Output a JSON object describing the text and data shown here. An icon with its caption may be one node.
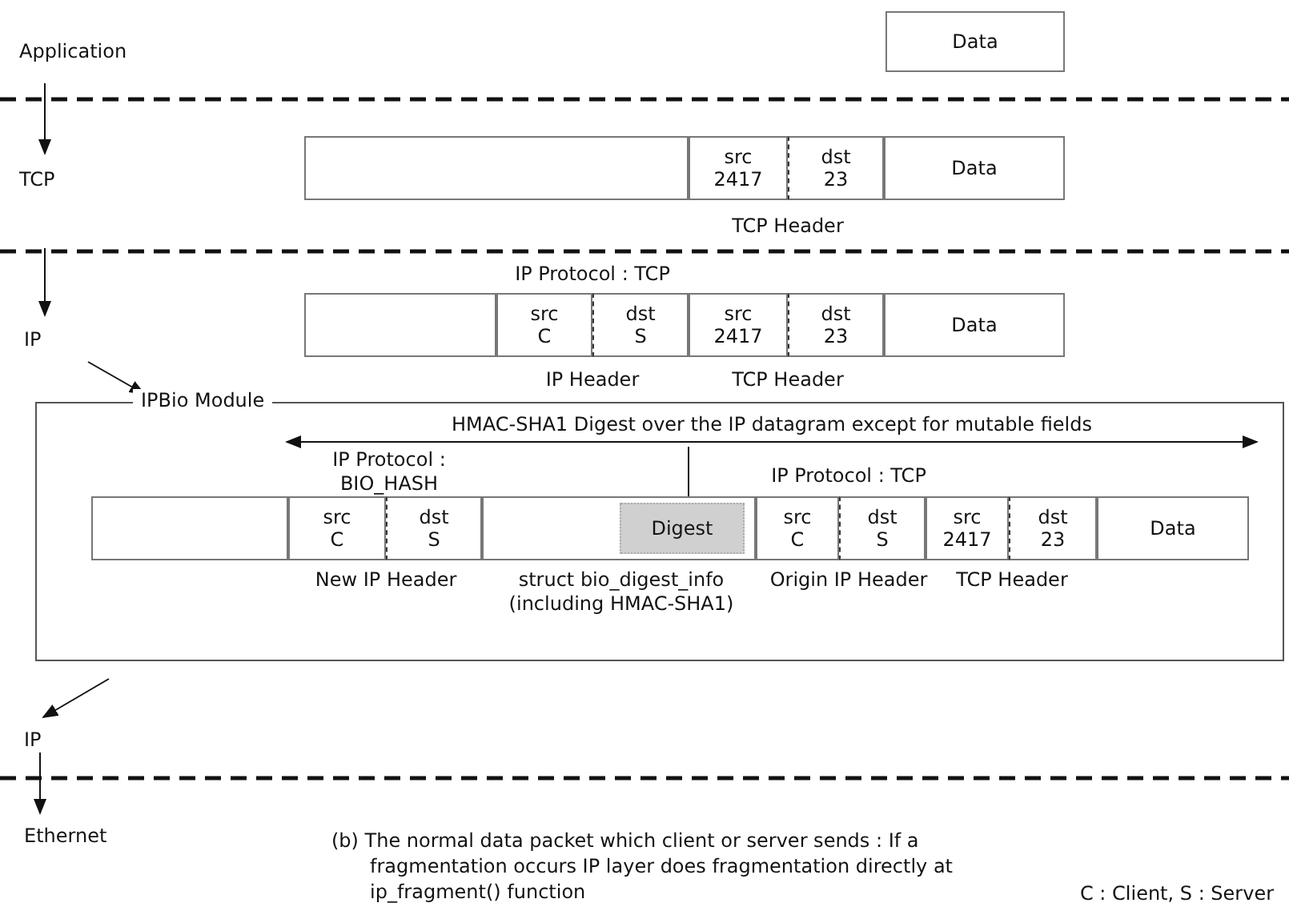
{
  "diagram": {
    "caption": "(b) The normal data packet which client or server sends : If a fragmentation occurs IP layer does fragmentation directly at ip_fragment() function",
    "nodes": [
      {
        "text": [
          "Application"
        ]
      },
      {
        "text": [
          "TCP"
        ]
      },
      {
        "text": [
          "IP"
        ]
      },
      {
        "text": [
          "IPBio Module"
        ]
      },
      {
        "text": [
          "IP"
        ]
      },
      {
        "text": [
          "Ethernet"
        ]
      },
      {
        "text": [
          "Data"
        ]
      },
      {
        "text": [],
        "shape": "box"
      },
      {
        "text": [
          "src",
          "2417"
        ]
      },
      {
        "text": [
          "dst",
          "23"
        ]
      },
      {
        "text": [
          "Data"
        ]
      },
      {
        "text": [],
        "shape": "box"
      },
      {
        "text": [
          "src",
          "C"
        ]
      },
      {
        "text": [
          "dst",
          "S"
        ]
      },
      {
        "text": [
          "src",
          "2417"
        ]
      },
      {
        "text": [
          "dst",
          "23"
        ]
      },
      {
        "text": [
          "Data"
        ]
      },
      {
        "text": [],
        "shape": "box",
        "in": 3
      },
      {
        "text": [
          "src",
          "C"
        ],
        "in": 3
      },
      {
        "text": [
          "dst",
          "S"
        ],
        "in": 3
      },
      {
        "text": [],
        "shape": "box",
        "in": 3
      },
      {
        "text": [
          "Digest"
        ],
        "in": 20
      },
      {
        "text": [
          "src",
          "C"
        ],
        "in": 3
      },
      {
        "text": [
          "dst",
          "S"
        ],
        "in": 3
      },
      {
        "text": [
          "src",
          "2417"
        ],
        "in": 3
      },
      {
        "text": [
          "dst",
          "23"
        ],
        "in": 3
      },
      {
        "text": [
          "Data"
        ],
        "in": 3
      },
      {
        "text": [
          "HMAC-SHA1 Digest over the IP datagram except for mutable fields"
        ],
        "in": 3
      }
    ],
    "edges": [
      {
        "from": 0,
        "to": 1,
        "arrow": "to"
      },
      {
        "from": 1,
        "to": 2,
        "arrow": "to"
      },
      {
        "from": 2,
        "to": 3,
        "arrow": "to"
      },
      {
        "from": 3,
        "to": 4,
        "arrow": "to"
      },
      {
        "from": 4,
        "to": 5,
        "arrow": "to"
      },
      {
        "from": 27,
        "to": 21,
        "arrow": "none"
      }
    ],
    "labels": [
      "TCP Header",
      "IP Protocol : TCP",
      "IP Header",
      "TCP Header",
      "IP Protocol : BIO_HASH",
      "IP Protocol : TCP",
      "New IP Header",
      "struct bio_digest_info (including HMAC-SHA1)",
      "Origin IP Header",
      "TCP Header",
      "C : Client, S : Server"
    ]
  }
}
